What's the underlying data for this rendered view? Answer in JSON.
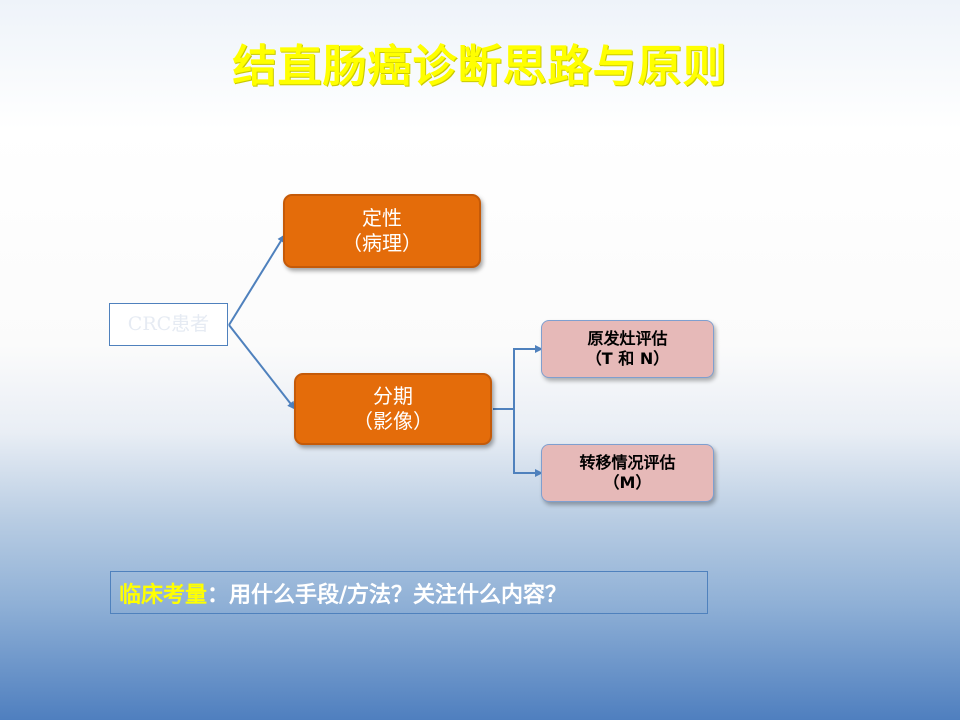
{
  "title": "结直肠癌诊断思路与原则",
  "patient": "CRC患者",
  "qualitative": {
    "line1": "定性",
    "line2": "（病理）"
  },
  "staging": {
    "line1": "分期",
    "line2": "（影像）"
  },
  "primary": {
    "line1": "原发灶评估",
    "line2": "（T 和 N）"
  },
  "metastasis": {
    "line1": "转移情况评估",
    "line2": "（M）"
  },
  "clinical": {
    "label": "临床考量",
    "text": "：用什么手段/方法？关注什么内容？"
  },
  "colors": {
    "title": "#ffff00",
    "orange": "#e46c0a",
    "pink": "#e6b9b8",
    "connector": "#4f81bd"
  }
}
